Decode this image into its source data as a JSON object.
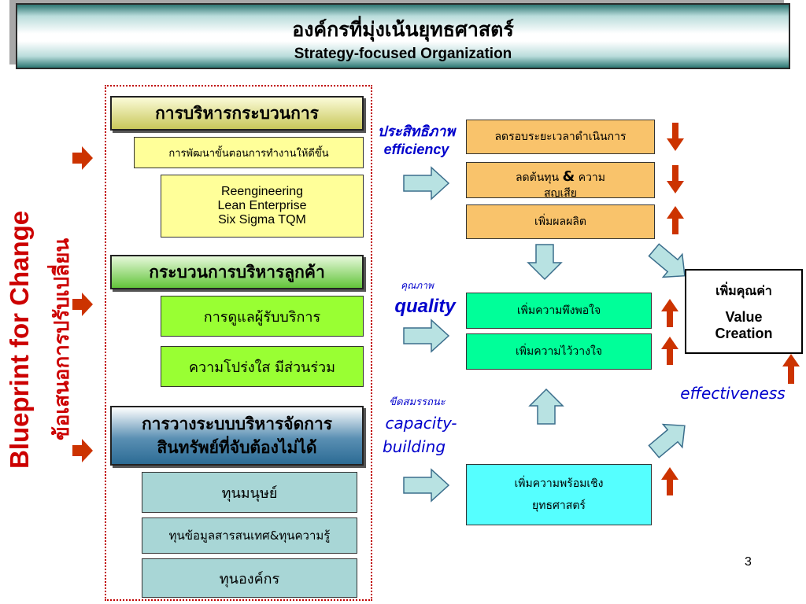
{
  "title": {
    "thai": "องค์กรที่มุ่งเน้นยุทธศาสตร์",
    "english": "Strategy-focused Organization"
  },
  "side": {
    "blueprint": "Blueprint for Change",
    "thai": "ข้อเสนอการปรับเปลี่ยน"
  },
  "process": {
    "header": "การบริหารกระบวนการ",
    "sub": "การพัฒนาขั้นตอนการทำงานให้ดีขึ้น",
    "tools": [
      "Reengineering",
      "Lean Enterprise",
      "Six Sigma TQM"
    ]
  },
  "customer": {
    "header": "กระบวนการบริหารลูกค้า",
    "items": [
      "การดูแลผู้รับบริการ",
      "ความโปร่งใส มีส่วนร่วม"
    ]
  },
  "intangible": {
    "header_line1": "การวางระบบบริหารจัดการ",
    "header_line2": "สินทรัพย์ที่จับต้องไม่ได้",
    "items": [
      "ทุนมนุษย์",
      "ทุนข้อมูลสารสนเทศ&ทุนความรู้",
      "ทุนองค์กร"
    ]
  },
  "labels": {
    "efficiency_th": "ประสิทธิภาพ",
    "efficiency_en": "efficiency",
    "quality_th": "คุณภาพ",
    "quality_en": "quality",
    "capacity_th": "ขีดสมรรถนะ",
    "capacity_en_1": "capacity-",
    "capacity_en_2": "building",
    "effectiveness": "effectiveness"
  },
  "outcomes": {
    "reduce_time": "ลดรอบระยะเวลาดำเนินการ",
    "reduce_cost_1": "ลดต้นทุน",
    "reduce_cost_amp": "&",
    "reduce_cost_2": "ความ",
    "reduce_cost_3": "สูญเสีย",
    "increase_output": "เพิ่มผลผลิต",
    "satisfaction": "เพิ่มความพึงพอใจ",
    "trust": "เพิ่มความไว้วางใจ",
    "readiness_1": "เพิ่มความพร้อมเชิง",
    "readiness_2": "ยุทธศาสตร์"
  },
  "value": {
    "thai": "เพิ่มคุณค่า",
    "en_1": "Value",
    "en_2": "Creation"
  },
  "page_number": "3",
  "colors": {
    "red_arrow": "#cc3300",
    "dotted_border": "#c00000",
    "italic_blue": "#0000cc",
    "block_arrow_fill": "#b8e2e2",
    "block_arrow_stroke": "#3b6e8c"
  }
}
